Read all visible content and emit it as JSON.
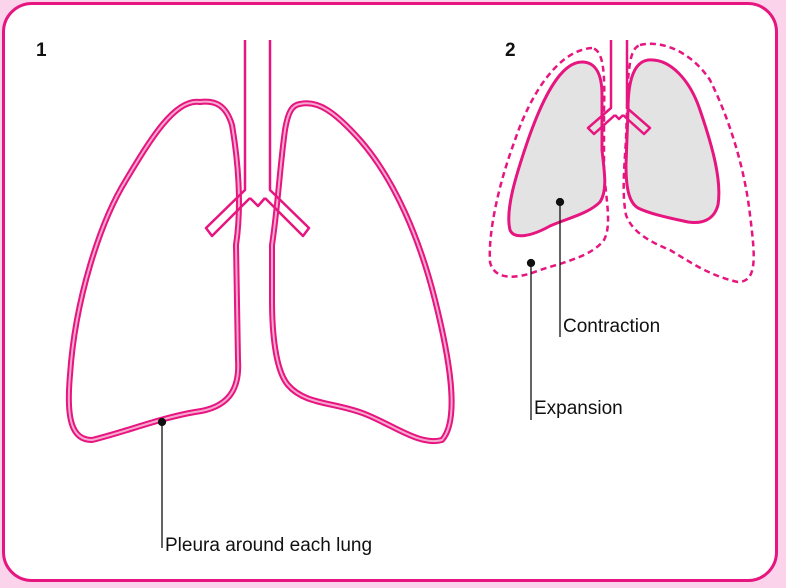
{
  "colors": {
    "accent": "#e6157f",
    "accent_light": "#f7a9cf",
    "fill_grey": "#e3e3e3",
    "background": "#fbd3ea"
  },
  "panels": [
    {
      "number": "1",
      "labels": {
        "pleura": "Pleura around each lung"
      }
    },
    {
      "number": "2",
      "labels": {
        "contraction": "Contraction",
        "expansion": "Expansion"
      }
    }
  ]
}
